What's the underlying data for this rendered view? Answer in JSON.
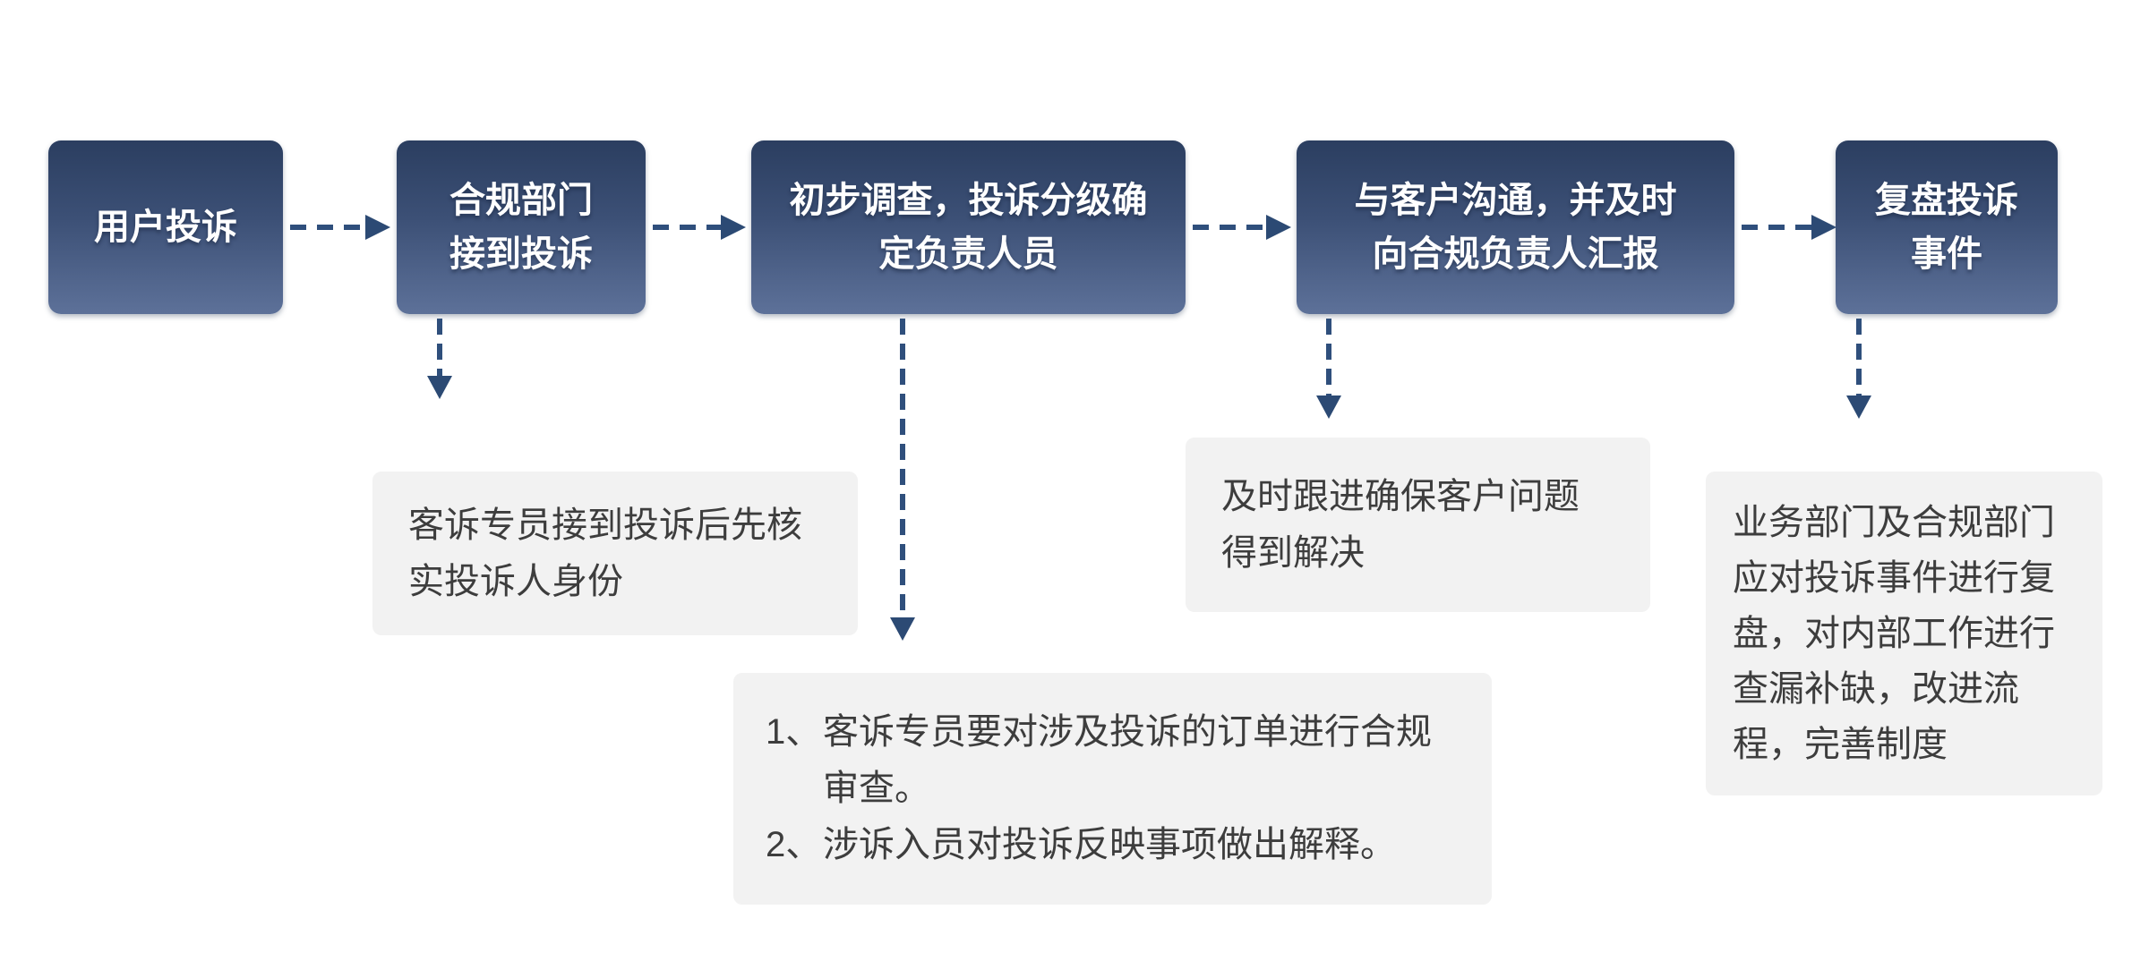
{
  "flow": {
    "steps": [
      {
        "label": "用户投诉"
      },
      {
        "label": "合规部门\n接到投诉"
      },
      {
        "label": "初步调查，投诉分级确\n定负责人员"
      },
      {
        "label": "与客户沟通，并及时\n向合规负责人汇报"
      },
      {
        "label": "复盘投诉\n事件"
      }
    ],
    "notes": {
      "verify_identity": "客诉专员接到投诉后先核实投诉人身份",
      "review_list": {
        "items": [
          {
            "num": "1、",
            "text": "客诉专员要对涉及投诉的订单进行合规审查。"
          },
          {
            "num": "2、",
            "text": "涉诉入员对投诉反映事项做出解释。"
          }
        ]
      },
      "follow_up": "及时跟进确保客户问题得到解决",
      "retrospective": "业务部门及合规部门应对投诉事件进行复盘，对内部工作进行查漏补缺，改进流程，完善制度"
    }
  },
  "colors": {
    "node_gradient_top": "#2b3e60",
    "node_gradient_bottom": "#5d7199",
    "node_text": "#ffffff",
    "arrow_dash": "#2f4f7c",
    "arrow_head": "#2c4a74",
    "note_background": "#f2f2f2",
    "note_text": "#3d3d3d",
    "canvas_background": "#ffffff"
  }
}
